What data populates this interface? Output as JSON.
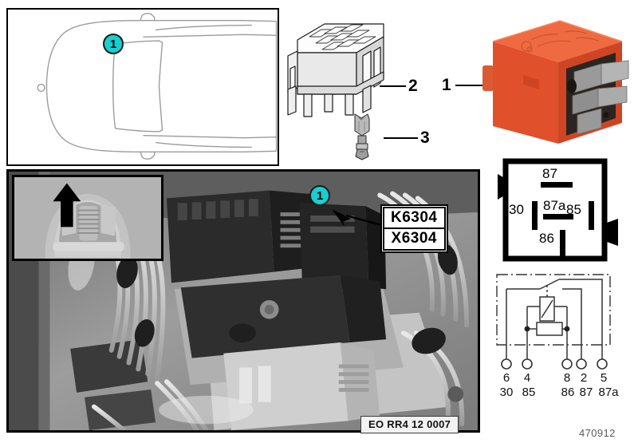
{
  "document": {
    "number": "470912",
    "photo_caption": "EO RR4 12 0007"
  },
  "car_panel": {
    "callout_number": "1",
    "icon": "car-top-view-outline"
  },
  "parts_panel": {
    "connector_label": "2",
    "connector_icon": "relay-socket-connector",
    "terminal_label": "3",
    "terminal_icon": "crimp-terminal-pin"
  },
  "relay_panel": {
    "label": "1",
    "icon": "orange-relay-module",
    "body_color": "#e0502a",
    "body_color_light": "#f06a42",
    "body_color_dark": "#b83a1c",
    "terminal_color": "#9a9a9a"
  },
  "pin_layout": {
    "pins": [
      {
        "name": "87",
        "orientation": "horizontal"
      },
      {
        "name": "30",
        "orientation": "vertical"
      },
      {
        "name": "87a",
        "orientation": "horizontal"
      },
      {
        "name": "85",
        "orientation": "vertical"
      },
      {
        "name": "86",
        "orientation": "vertical"
      }
    ]
  },
  "schematic": {
    "terminals": [
      {
        "pin": "6",
        "designation": "30"
      },
      {
        "pin": "4",
        "designation": "85"
      },
      {
        "pin": "8",
        "designation": "86"
      },
      {
        "pin": "2",
        "designation": "87"
      },
      {
        "pin": "5",
        "designation": "87a"
      }
    ],
    "elements": [
      "coil",
      "resistor",
      "changeover-switch"
    ]
  },
  "photo_panel": {
    "callout_number": "1",
    "identifiers": [
      "K6304",
      "X6304"
    ],
    "inset_icon": "engine-bay-location-arrow"
  },
  "colors": {
    "callout_fill": "#17cfcf",
    "callout_border": "#1a1a1a",
    "relay_orange": "#e0502a",
    "line": "#000000"
  }
}
